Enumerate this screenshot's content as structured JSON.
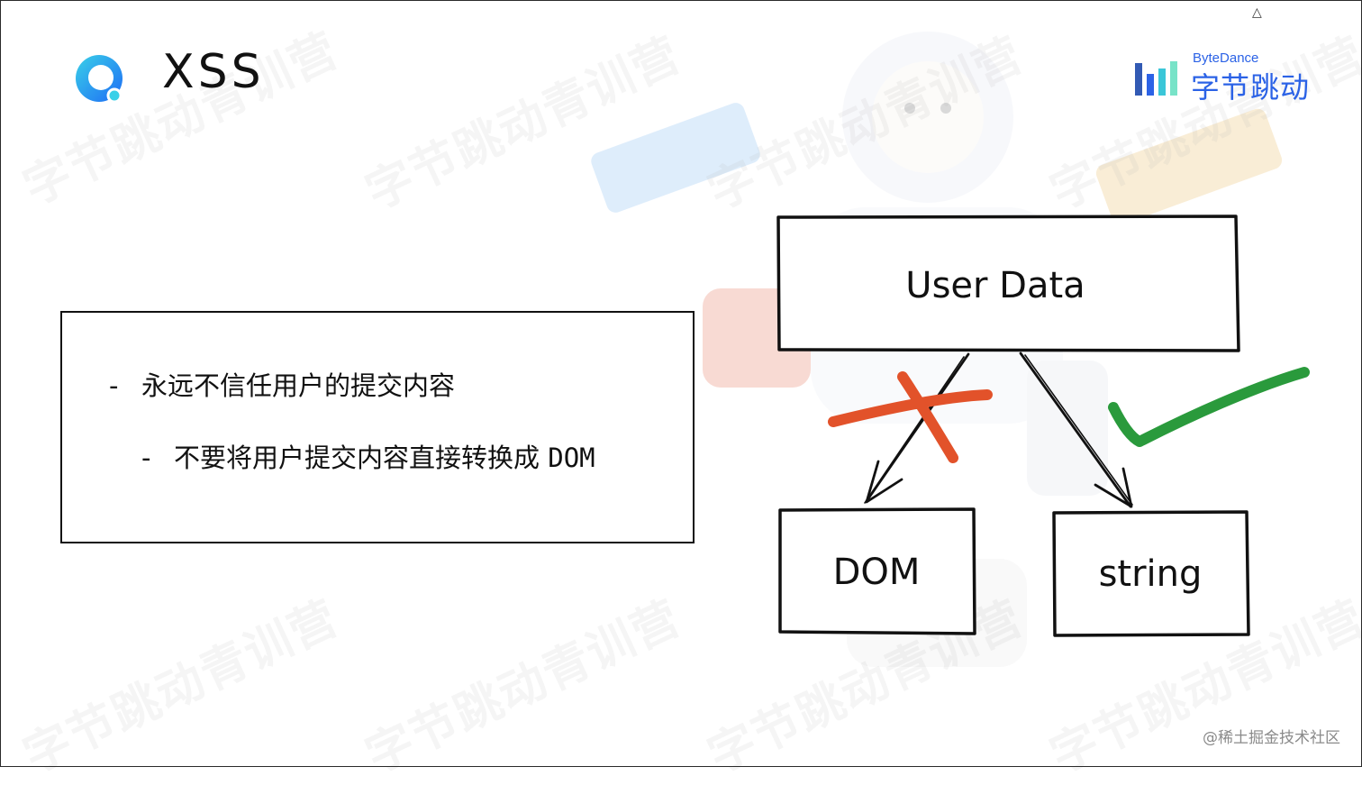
{
  "header": {
    "title": "XSS",
    "brand_en": "ByteDance",
    "brand_zh": "字节跳动"
  },
  "watermark": {
    "text": "字节跳动青训营"
  },
  "content": {
    "bullet_1": "永远不信任用户的提交内容",
    "bullet_2_text": "不要将用户提交内容直接转换成 ",
    "bullet_2_code": "DOM",
    "dash": "-"
  },
  "diagram": {
    "top_box": "User Data",
    "left_box": "DOM",
    "right_box": "string",
    "cross_color": "#e2522a",
    "check_color": "#2a9a3c"
  },
  "footer": {
    "source": "@稀土掘金技术社区"
  },
  "colors": {
    "brand": "#2b62e6",
    "logo_blue": "#1e8cf5",
    "logo_cyan": "#3ad0e8"
  }
}
